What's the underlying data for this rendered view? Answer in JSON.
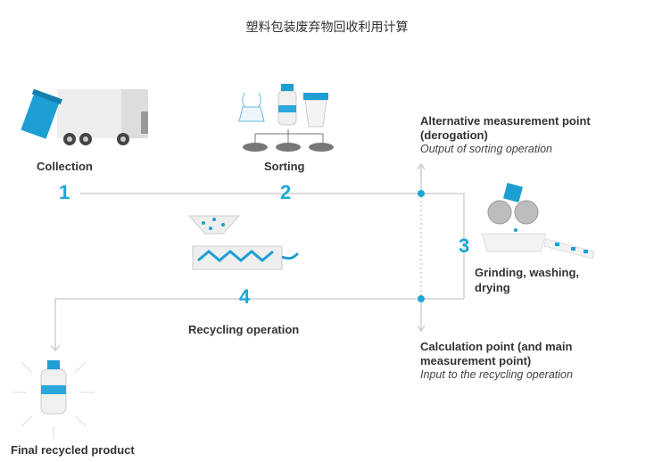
{
  "title": "塑料包装废弃物回收利用计算",
  "steps": [
    {
      "number": "1",
      "label": "Collection"
    },
    {
      "number": "2",
      "label": "Sorting"
    },
    {
      "number": "3",
      "label_line1": "Grinding, washing,",
      "label_line2": "drying"
    },
    {
      "number": "4",
      "label": "Recycling operation"
    }
  ],
  "final_product": "Final recycled product",
  "alt_point": {
    "line1": "Alternative measurement point",
    "line2": "(derogation)",
    "italic": "Output of sorting operation"
  },
  "calc_point": {
    "line1": "Calculation point (and main",
    "line2": "measurement point)",
    "italic": "Input to the recycling operation"
  },
  "colors": {
    "accent": "#18a9d8",
    "line": "#c8c8c8",
    "text": "#333333"
  }
}
